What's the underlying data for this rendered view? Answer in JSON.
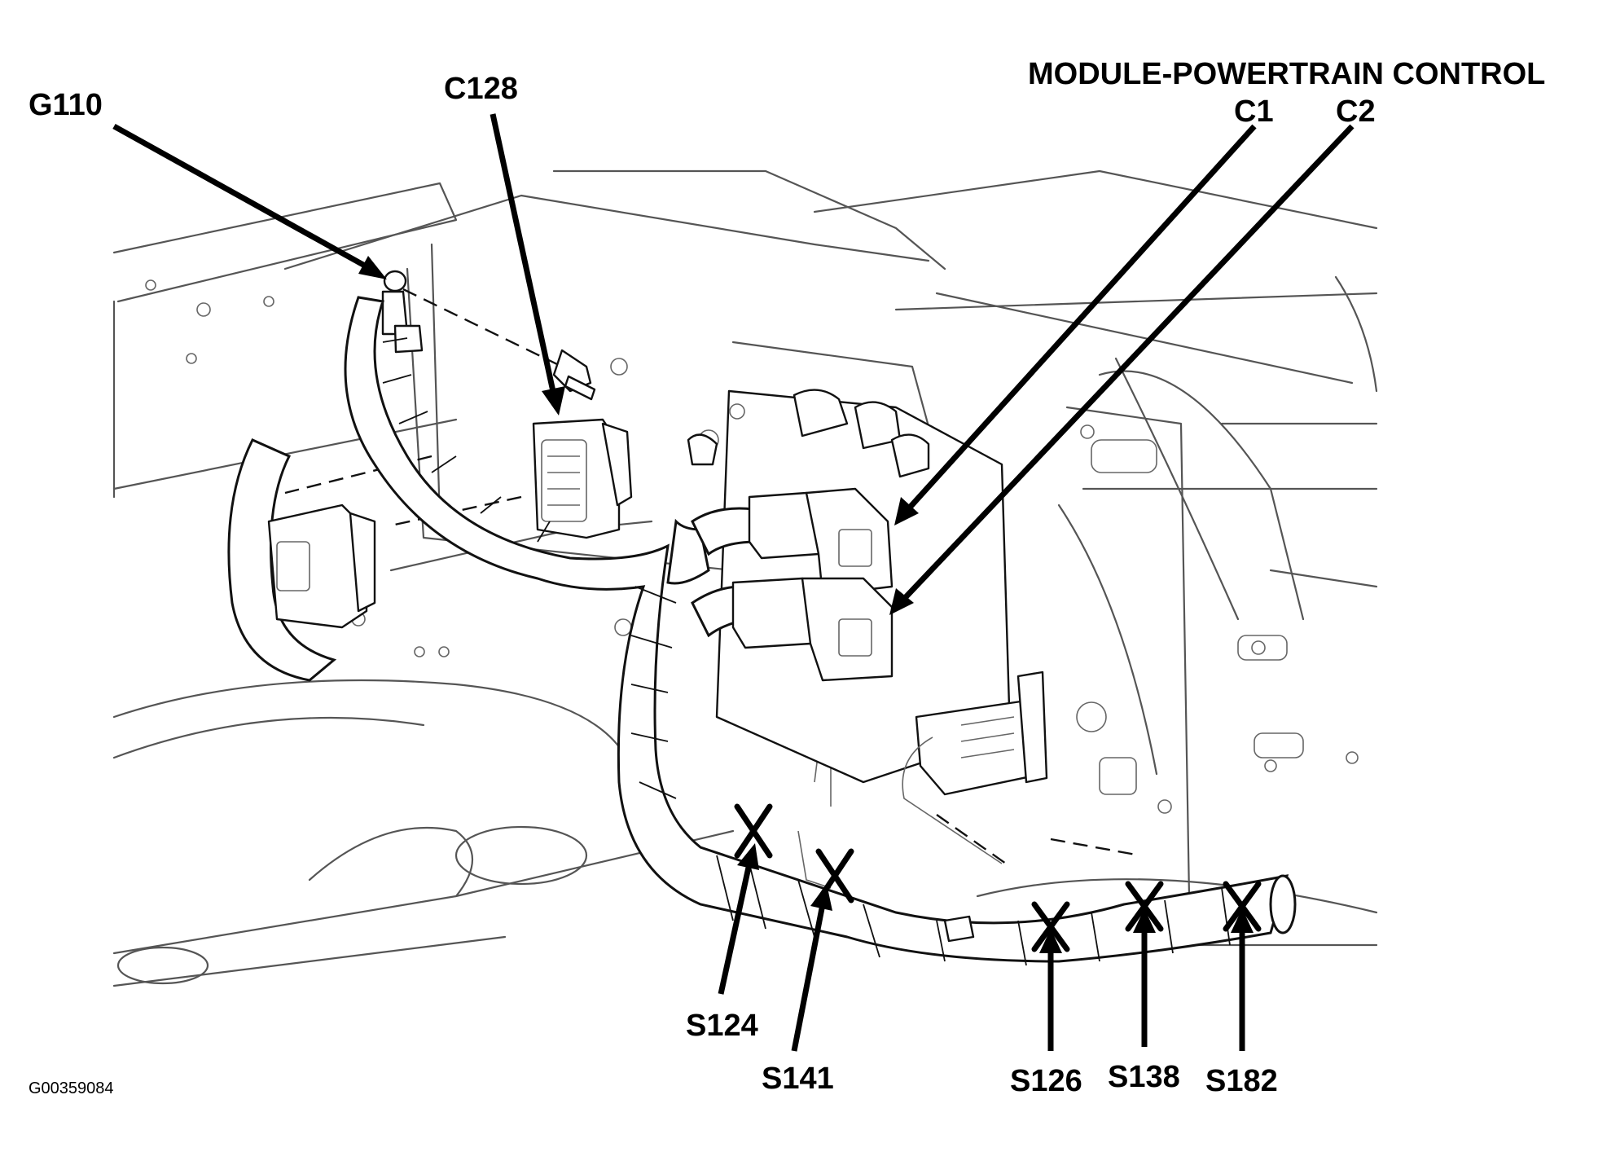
{
  "labels": {
    "g110": "G110",
    "c128": "C128",
    "module": "MODULE-POWERTRAIN CONTROL",
    "c1": "C1",
    "c2": "C2",
    "s124": "S124",
    "s141": "S141",
    "s126": "S126",
    "s138": "S138",
    "s182": "S182"
  },
  "figure_id": "G00359084"
}
